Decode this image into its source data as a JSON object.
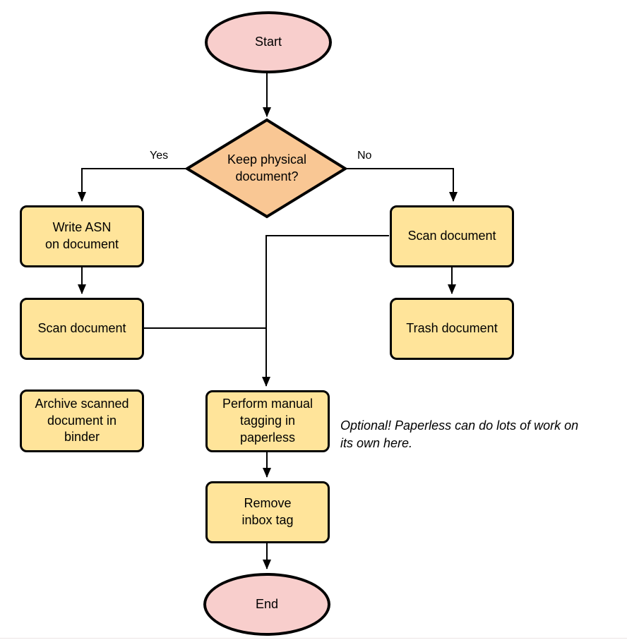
{
  "diagram": {
    "type": "flowchart",
    "nodes": {
      "start": {
        "shape": "terminator",
        "label": "Start"
      },
      "decision": {
        "shape": "decision",
        "label": "Keep physical\ndocument?"
      },
      "write_asn": {
        "shape": "process",
        "label": "Write ASN\non document"
      },
      "scan_left": {
        "shape": "process",
        "label": "Scan document"
      },
      "archive": {
        "shape": "process",
        "label": "Archive scanned\ndocument in\nbinder"
      },
      "scan_right": {
        "shape": "process",
        "label": "Scan document"
      },
      "trash": {
        "shape": "process",
        "label": "Trash document"
      },
      "tagging": {
        "shape": "process",
        "label": "Perform manual\ntagging in\npaperless"
      },
      "remove_inbox": {
        "shape": "process",
        "label": "Remove\ninbox tag"
      },
      "end": {
        "shape": "terminator",
        "label": "End"
      }
    },
    "edge_labels": {
      "yes": "Yes",
      "no": "No"
    },
    "edges": [
      {
        "from": "start",
        "to": "decision",
        "label": ""
      },
      {
        "from": "decision",
        "to": "write_asn",
        "label": "Yes"
      },
      {
        "from": "decision",
        "to": "scan_right",
        "label": "No"
      },
      {
        "from": "write_asn",
        "to": "scan_left",
        "label": ""
      },
      {
        "from": "scan_left",
        "to": "tagging",
        "label": ""
      },
      {
        "from": "scan_right",
        "to": "trash",
        "label": ""
      },
      {
        "from": "scan_right",
        "to": "tagging",
        "label": ""
      },
      {
        "from": "tagging",
        "to": "remove_inbox",
        "label": ""
      },
      {
        "from": "remove_inbox",
        "to": "end",
        "label": ""
      }
    ],
    "annotation": "Optional! Paperless can do lots of work on\nits own here.",
    "colors": {
      "terminator_fill": "#F8CECC",
      "decision_fill": "#F9C794",
      "process_fill": "#FFE49A",
      "stroke": "#000000",
      "connector": "#000000",
      "text": "#000000"
    }
  }
}
